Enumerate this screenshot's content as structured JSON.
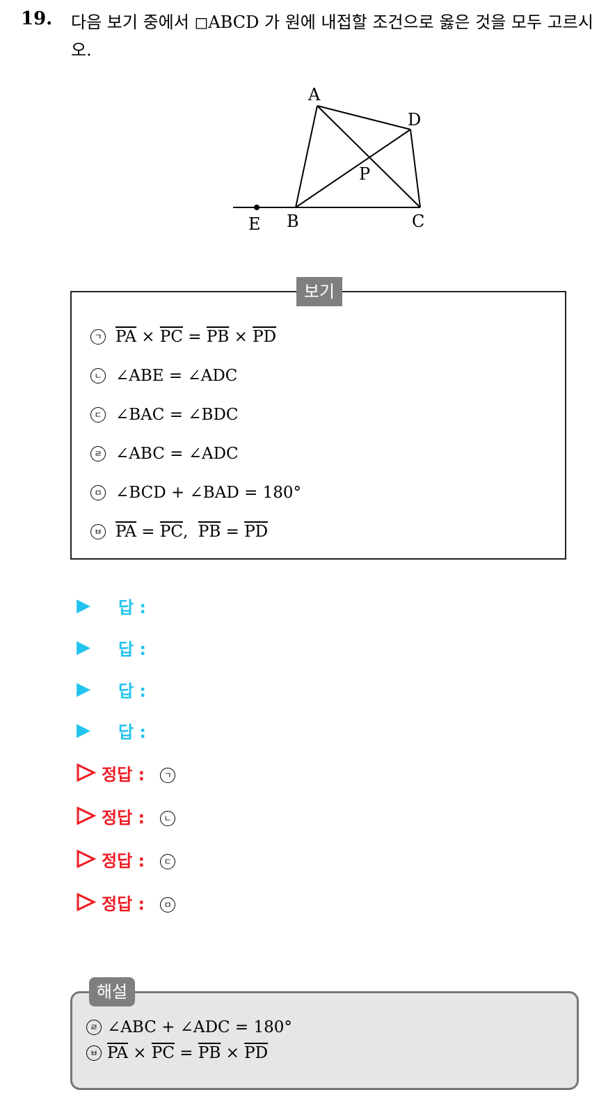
{
  "question": {
    "number": "19.",
    "text": "다음 보기 중에서 ◻ABCD 가 원에 내접할 조건으로 옳은 것을 모두 고르시오."
  },
  "figure": {
    "points": {
      "A": "A",
      "B": "B",
      "C": "C",
      "D": "D",
      "E": "E",
      "P": "P"
    }
  },
  "bogi": {
    "title": "보기",
    "items": [
      {
        "mark": "ㄱ",
        "parts": [
          {
            "t": "PA",
            "ov": true
          },
          {
            "t": " × "
          },
          {
            "t": "PC",
            "ov": true
          },
          {
            "t": " = "
          },
          {
            "t": "PB",
            "ov": true
          },
          {
            "t": " × "
          },
          {
            "t": "PD",
            "ov": true
          }
        ]
      },
      {
        "mark": "ㄴ",
        "parts": [
          {
            "t": "∠ABE = ∠ADC"
          }
        ]
      },
      {
        "mark": "ㄷ",
        "parts": [
          {
            "t": "∠BAC = ∠BDC"
          }
        ]
      },
      {
        "mark": "ㄹ",
        "parts": [
          {
            "t": "∠ABC = ∠ADC"
          }
        ]
      },
      {
        "mark": "ㅁ",
        "parts": [
          {
            "t": "∠BCD + ∠BAD = 180°"
          }
        ]
      },
      {
        "mark": "ㅂ",
        "parts": [
          {
            "t": "PA",
            "ov": true
          },
          {
            "t": " = "
          },
          {
            "t": "PC",
            "ov": true
          },
          {
            "t": ",  "
          },
          {
            "t": "PB",
            "ov": true
          },
          {
            "t": " = "
          },
          {
            "t": "PD",
            "ov": true
          }
        ]
      }
    ]
  },
  "answers": {
    "arrow": "▶",
    "label": "답 :",
    "count_rows": [
      "",
      "",
      "",
      ""
    ]
  },
  "correct": {
    "label": "정답 :",
    "values": [
      "ㄱ",
      "ㄴ",
      "ㄷ",
      "ㅁ"
    ]
  },
  "solution": {
    "title": "해설",
    "lines": [
      {
        "mark": "ㄹ",
        "parts": [
          {
            "t": "∠ABC + ∠ADC = 180°"
          }
        ]
      },
      {
        "mark": "ㅂ",
        "parts": [
          {
            "t": "PA",
            "ov": true
          },
          {
            "t": " × "
          },
          {
            "t": "PC",
            "ov": true
          },
          {
            "t": " = "
          },
          {
            "t": "PB",
            "ov": true
          },
          {
            "t": " × "
          },
          {
            "t": "PD",
            "ov": true
          }
        ]
      }
    ]
  },
  "colors": {
    "answer": "#22c3ee",
    "correct": "#ee1c25",
    "label_bg": "#7f7f7f"
  }
}
